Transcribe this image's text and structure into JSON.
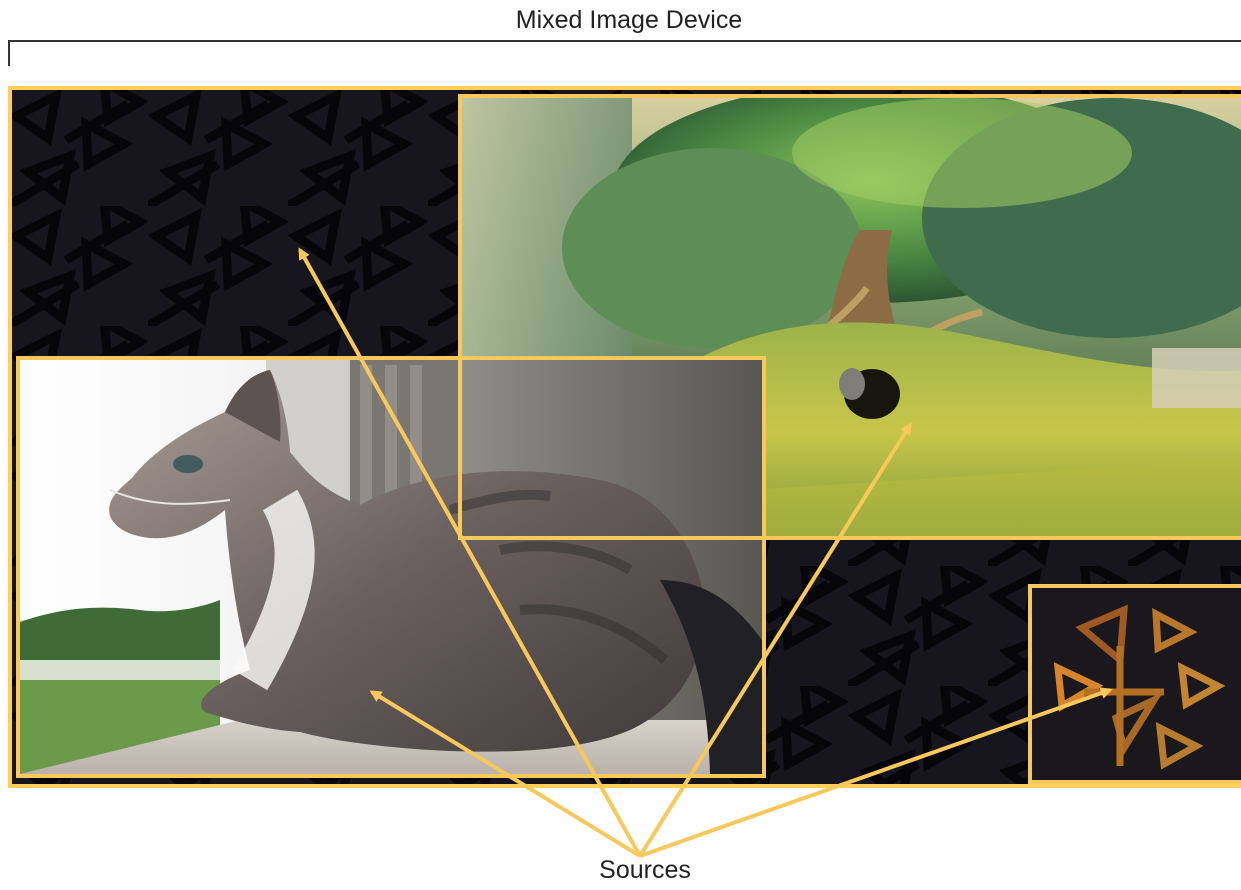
{
  "device": {
    "title": "Mixed Image Device"
  },
  "sources": {
    "caption": "Sources"
  },
  "colors": {
    "outline": "#f7c85c",
    "background": "#16141c",
    "pattern": "#050408",
    "arrow": "#f7c85c"
  },
  "icons": {
    "pattern": "triangle-pattern-icon",
    "video_scene": "forest-scene-image",
    "cat_photo": "cat-photo-image"
  }
}
